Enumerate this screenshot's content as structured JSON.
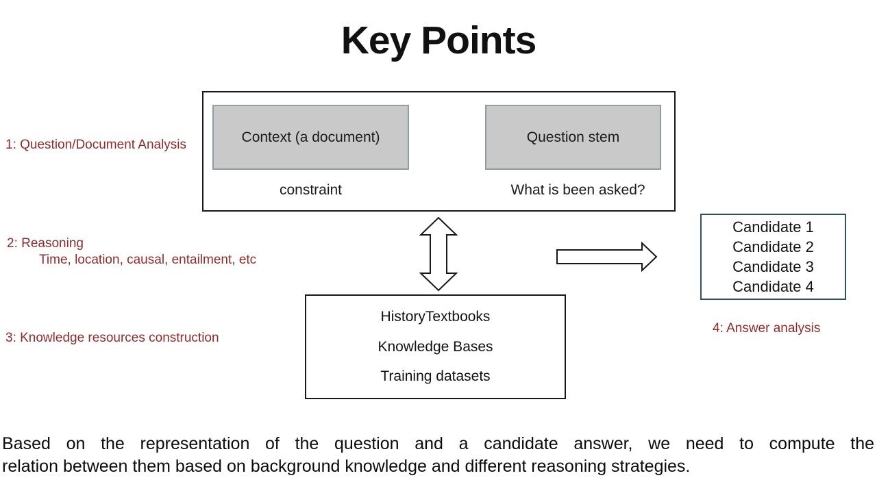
{
  "slide": {
    "title": "Key Points",
    "labels": {
      "step1": "1: Question/Document Analysis",
      "step2": "2: Reasoning",
      "step2_detail": "Time, location, causal, entailment, etc",
      "step3": "3: Knowledge resources construction",
      "step4": "4: Answer analysis"
    },
    "analysis_box": {
      "context_label": "Context (a document)",
      "context_caption": "constraint",
      "question_label": "Question stem",
      "question_caption": "What is been asked?"
    },
    "candidates_box": {
      "items": [
        "Candidate 1",
        "Candidate 2",
        "Candidate 3",
        "Candidate 4"
      ]
    },
    "knowledge_box": {
      "items": [
        "HistoryTextbooks",
        "Knowledge Bases",
        "Training datasets"
      ]
    },
    "icons": {
      "vertical_double_arrow": "double-headed vertical arrow",
      "right_arrow": "right-pointing block arrow"
    },
    "footer": {
      "line1": "Based on the representation of the question and a candidate answer, we need to compute the",
      "line2": "relation between them based on background knowledge and different reasoning strategies."
    },
    "colors": {
      "label_red": "#8e2b2b",
      "gray_box_fill": "#c9c9c9",
      "gray_box_border": "#909ba2",
      "candidates_border": "#35505c",
      "box_border": "#181818"
    }
  }
}
